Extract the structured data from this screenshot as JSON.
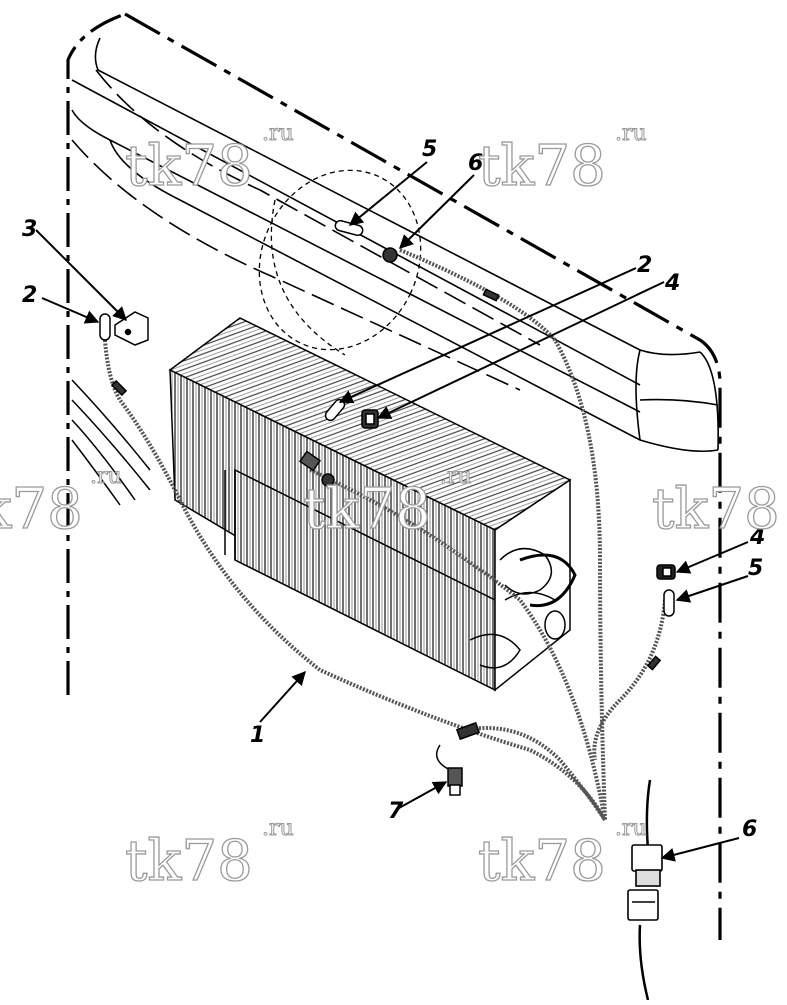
{
  "diagram": {
    "callouts": [
      {
        "id": "c1",
        "text": "1"
      },
      {
        "id": "c2a",
        "text": "2"
      },
      {
        "id": "c2b",
        "text": "2"
      },
      {
        "id": "c3",
        "text": "3"
      },
      {
        "id": "c4a",
        "text": "4"
      },
      {
        "id": "c4b",
        "text": "4"
      },
      {
        "id": "c5a",
        "text": "5"
      },
      {
        "id": "c5b",
        "text": "5"
      },
      {
        "id": "c6a",
        "text": "6"
      },
      {
        "id": "c6b",
        "text": "6"
      },
      {
        "id": "c7",
        "text": "7"
      }
    ],
    "watermark": {
      "main": "tk78",
      "sup": ".ru"
    }
  }
}
